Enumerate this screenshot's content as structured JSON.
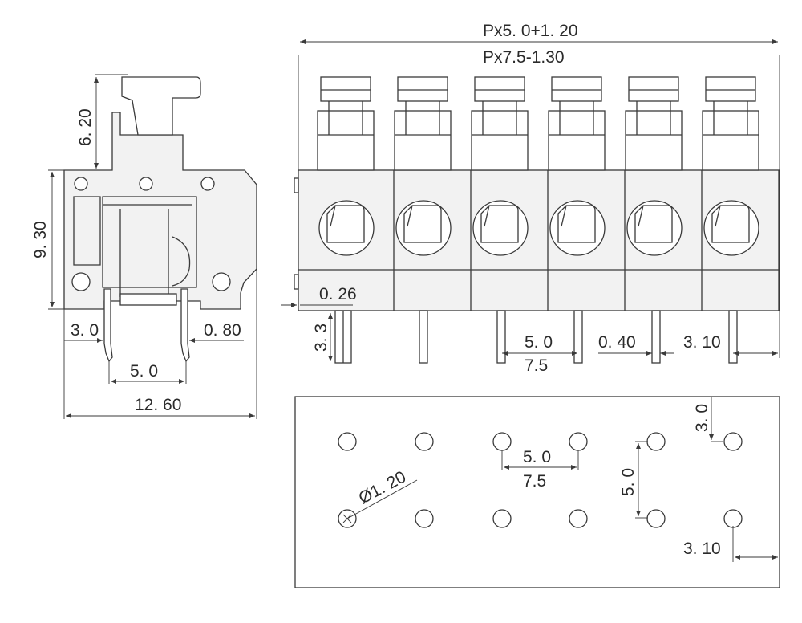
{
  "pitch_label_1": "Px5. 0+1. 20",
  "pitch_label_2": "Px7.5-1.30",
  "side": {
    "height_top": "6. 20",
    "height_body": "9. 30",
    "offset_left": "3. 0",
    "pin_width": "0. 80",
    "pin_span": "5. 0",
    "total_width": "12. 60"
  },
  "front": {
    "offset_026": "0. 26",
    "pin_length": "3. 3",
    "pitch_a": "5. 0",
    "pitch_b": "7.5",
    "pin_dia": "0. 40",
    "edge": "3. 10"
  },
  "pcb": {
    "hole_dia": "Ø1. 20",
    "pitch_a": "5. 0",
    "pitch_b": "7.5",
    "row_spacing": "5. 0",
    "top_offset": "3. 0",
    "edge": "3. 10"
  },
  "colors": {
    "line": "#3a3a3a",
    "fill": "#f2f2f2",
    "background": "#ffffff"
  }
}
